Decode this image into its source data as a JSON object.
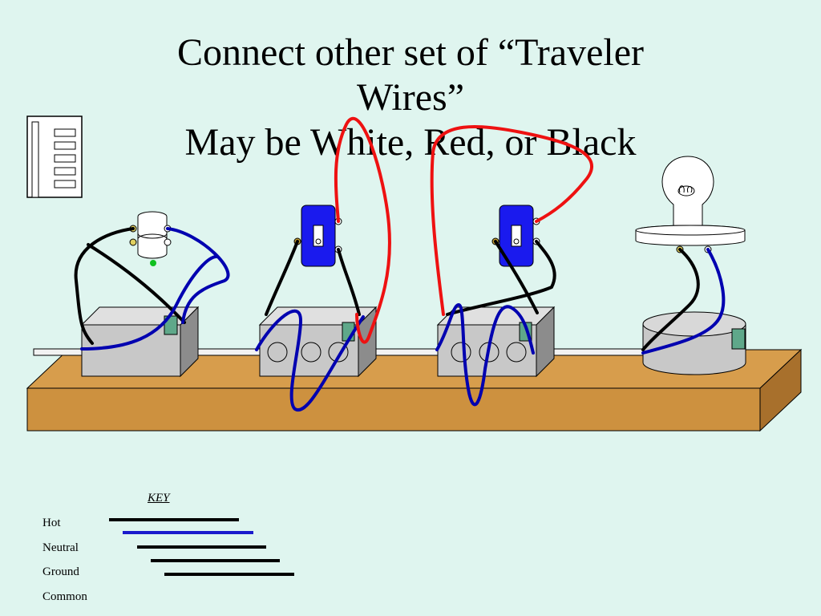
{
  "title": {
    "line1": "Connect other set of “Traveler",
    "line2": "Wires”",
    "line3": "May be White, Red, or Black"
  },
  "key": {
    "heading": "KEY",
    "items": [
      {
        "label": "Hot",
        "color": "#000000"
      },
      {
        "label": "Neutral",
        "color": "#1a1acc"
      },
      {
        "label": "Ground",
        "color": "#000000"
      },
      {
        "label": "Common",
        "color": "#000000"
      }
    ]
  },
  "colors": {
    "background": "#dff5ef",
    "board": "#cd913f",
    "box": "#c8c8c8",
    "switch": "#1a1aee",
    "hot": "#000000",
    "neutral": "#00008b",
    "traveler": "#ee1111",
    "green_screw": "#5fa88a"
  }
}
